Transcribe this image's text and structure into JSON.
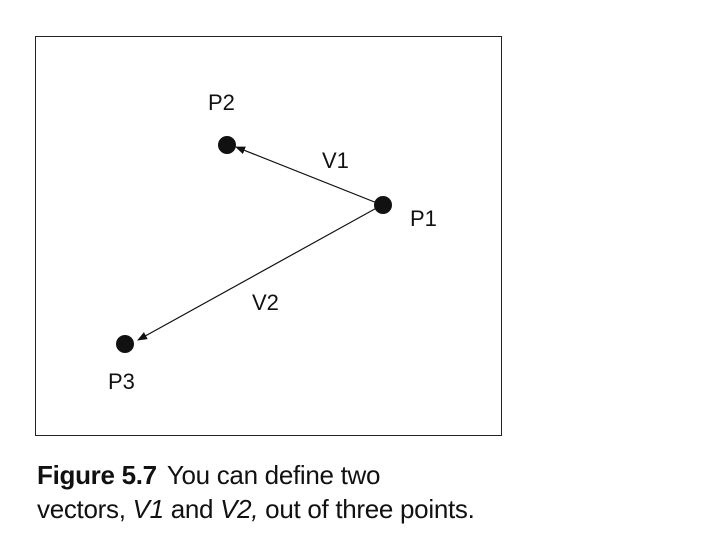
{
  "diagram": {
    "points": {
      "p1": "P1",
      "p2": "P2",
      "p3": "P3"
    },
    "vectors": {
      "v1": "V1",
      "v2": "V2"
    },
    "colors": {
      "ink": "#111111",
      "border": "#222222"
    }
  },
  "caption": {
    "figure_number": "Figure 5.7",
    "line1_text": "You can define two",
    "line2_start": "vectors, ",
    "v1": "V1",
    "and": " and ",
    "v2": "V2,",
    "line2_end": " out of three points."
  }
}
